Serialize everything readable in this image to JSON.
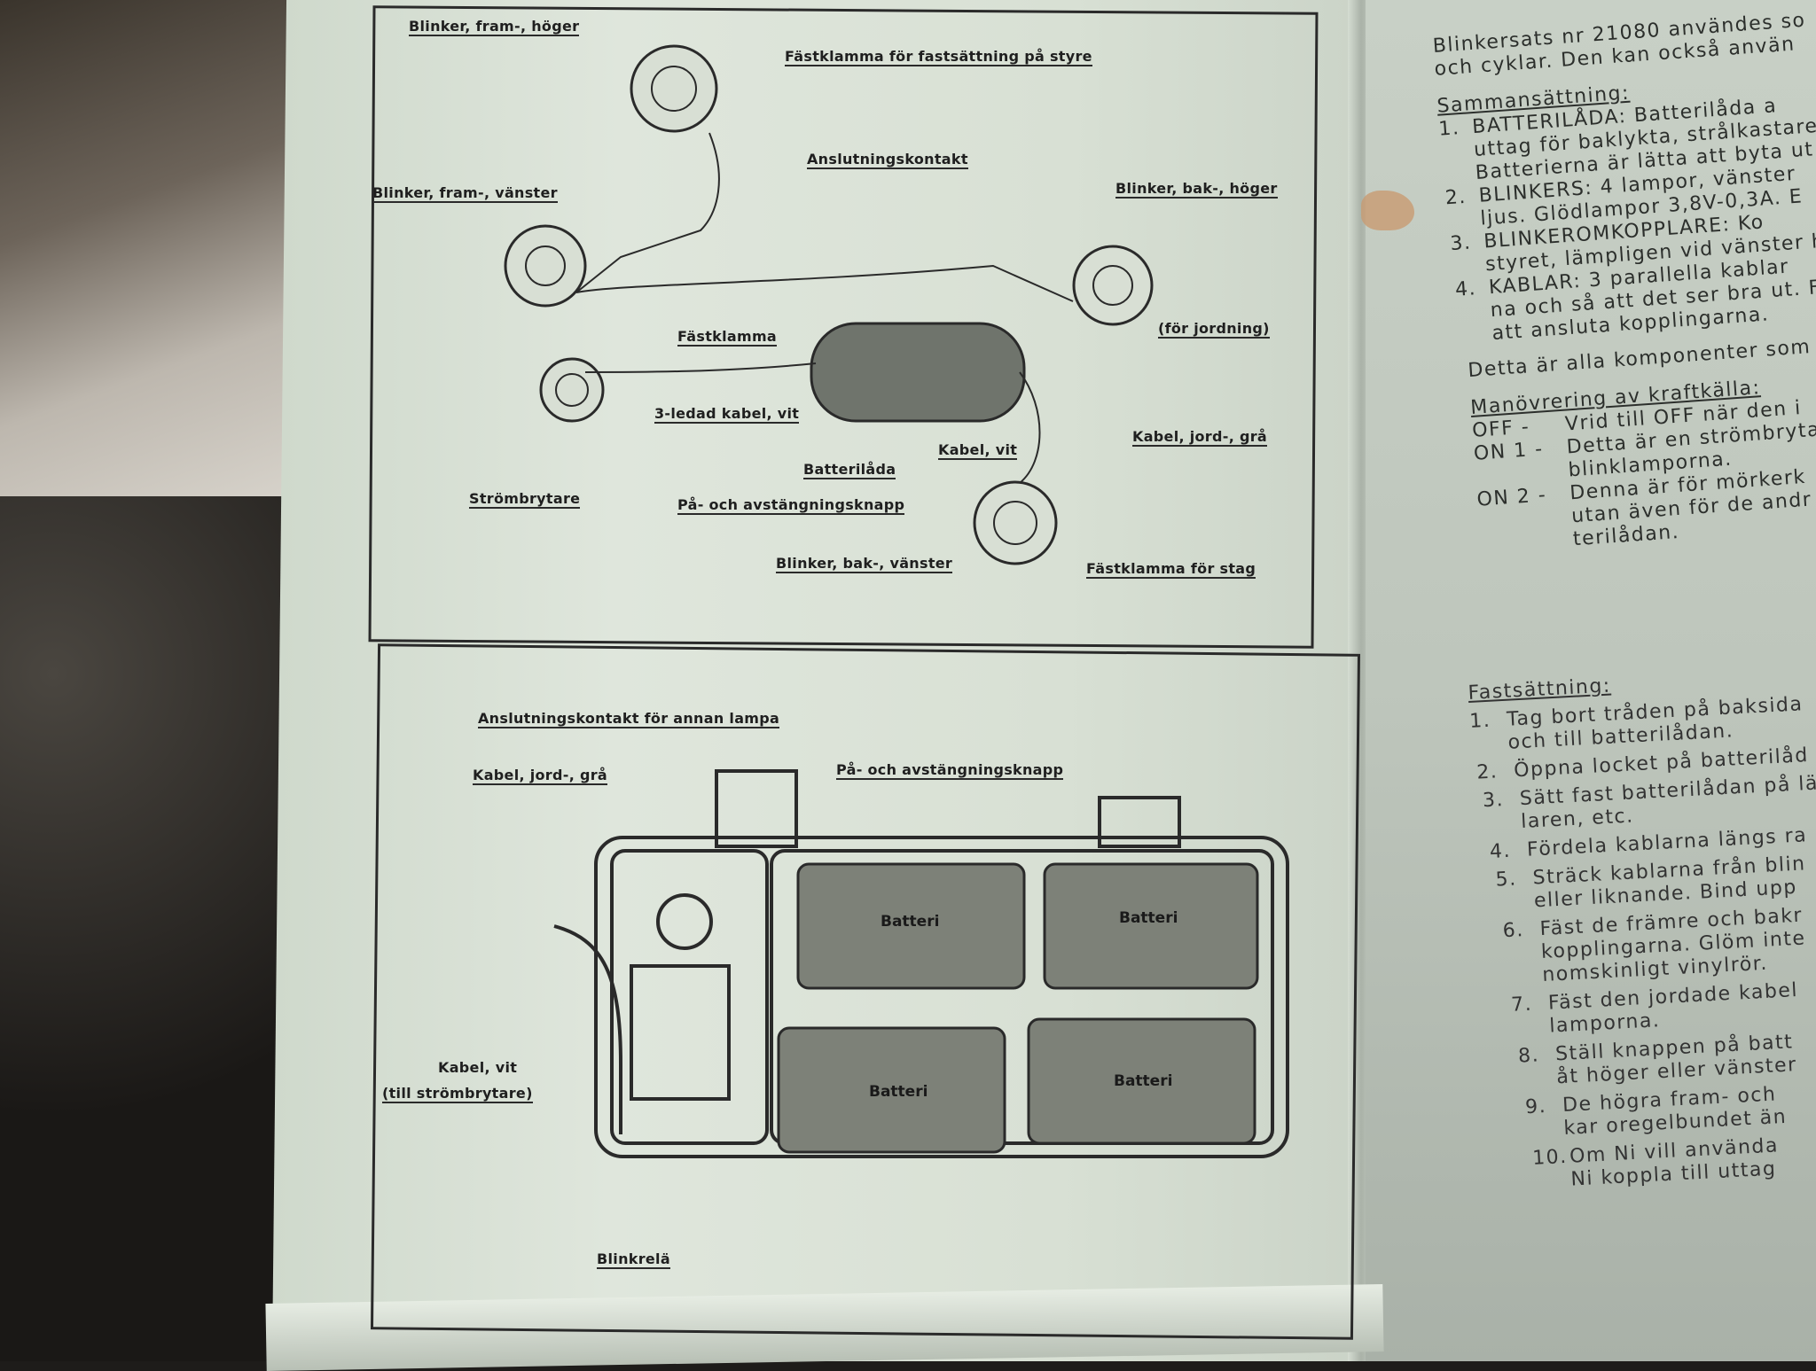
{
  "top_diagram": {
    "labels": {
      "front_right": "Blinker, fram-, höger",
      "handlebar_clamp": "Fästklamma för fastsättning på styre",
      "connector": "Anslutningskontakt",
      "front_left": "Blinker, fram-, vänster",
      "rear_right": "Blinker, bak-, höger",
      "clamp": "Fästklamma",
      "grounding": "(för jordning)",
      "three_wire_cable": "3-ledad kabel, vit",
      "ground_cable": "Kabel, jord-, grå",
      "white_cable": "Kabel, vit",
      "battery_box": "Batterilåda",
      "switch": "Strömbrytare",
      "on_off_button": "På- och avstängningsknapp",
      "rear_left": "Blinker, bak-, vänster",
      "stay_clamp": "Fästklamma för stag"
    }
  },
  "bottom_diagram": {
    "labels": {
      "connector_other_lamp": "Anslutningskontakt för annan lampa",
      "ground_cable": "Kabel, jord-, grå",
      "on_off_button": "På- och avstängningsknapp",
      "white_cable": "Kabel, vit",
      "to_switch": "(till strömbrytare)",
      "relay": "Blinkrelä"
    },
    "battery_label": "Batteri"
  },
  "instructions": {
    "intro": [
      "Blinkersats nr 21080 användes so",
      "och cyklar. Den kan också använ"
    ],
    "assembly_heading": "Sammansättning:",
    "assembly_items": [
      {
        "n": "1.",
        "lines": [
          "BATTERILÅDA: Batterilåda a",
          "uttag för baklykta, strålkastare",
          "Batterierna är lätta att byta ut."
        ]
      },
      {
        "n": "2.",
        "lines": [
          "BLINKERS: 4 lampor, vänster",
          "ljus. Glödlampor 3,8V-0,3A. E"
        ]
      },
      {
        "n": "3.",
        "lines": [
          "BLINKEROMKOPPLARE: Ko",
          "styret, lämpligen vid vänster h"
        ]
      },
      {
        "n": "4.",
        "lines": [
          "KABLAR: 3 parallella kablar",
          "na och så att det ser bra ut. F",
          "att ansluta kopplingarna."
        ]
      }
    ],
    "summary": "Detta är alla komponenter som",
    "operation_heading": "Manövrering av kraftkälla:",
    "operation_items": [
      {
        "k": "OFF -",
        "lines": [
          "Vrid till OFF när den i"
        ]
      },
      {
        "k": "ON 1 -",
        "lines": [
          "Detta är en strömbryta",
          "blinklamporna."
        ]
      },
      {
        "k": "ON 2 -",
        "lines": [
          "Denna är för mörkerk",
          "utan även för de andr",
          "terilådan."
        ]
      }
    ],
    "mounting_heading": "Fastsättning:",
    "mounting_items": [
      {
        "n": "1.",
        "lines": [
          "Tag bort tråden på baksida",
          "och till batterilådan."
        ]
      },
      {
        "n": "2.",
        "lines": [
          "Öppna locket på batterilåd"
        ]
      },
      {
        "n": "3.",
        "lines": [
          "Sätt fast batterilådan på lä",
          "laren, etc."
        ]
      },
      {
        "n": "4.",
        "lines": [
          "Fördela kablarna längs ra"
        ]
      },
      {
        "n": "5.",
        "lines": [
          "Sträck kablarna från blin",
          "eller liknande. Bind upp"
        ]
      },
      {
        "n": "6.",
        "lines": [
          "Fäst de främre och bakr",
          "kopplingarna. Glöm inte",
          "nomskinligt vinylrör."
        ]
      },
      {
        "n": "7.",
        "lines": [
          "Fäst den jordade kabel",
          "lamporna."
        ]
      },
      {
        "n": "8.",
        "lines": [
          "Ställ knappen på batt",
          "åt höger eller vänster"
        ]
      },
      {
        "n": "9.",
        "lines": [
          "De högra fram- och",
          "kar oregelbundet än"
        ]
      },
      {
        "n": "10.",
        "lines": [
          "Om Ni vill använda",
          "Ni koppla till uttag"
        ]
      }
    ]
  }
}
